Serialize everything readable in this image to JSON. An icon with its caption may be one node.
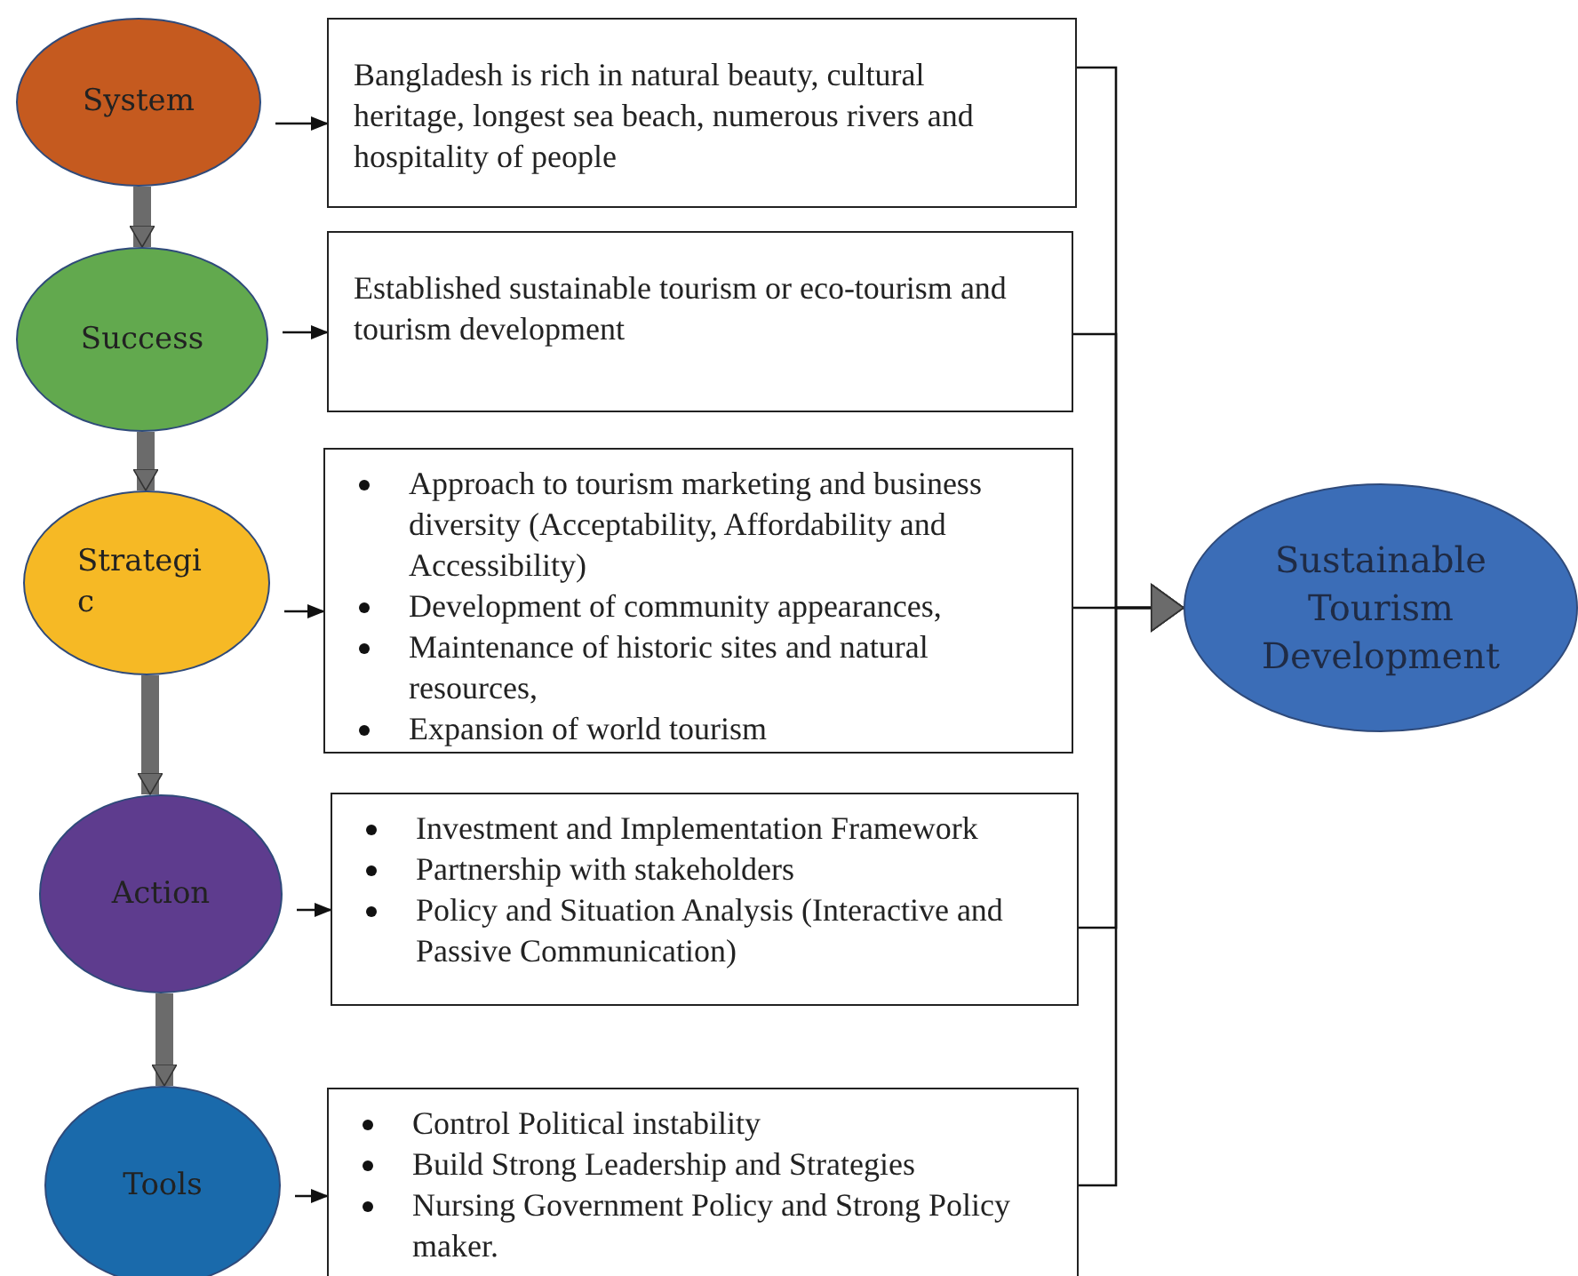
{
  "diagram": {
    "nodes": [
      {
        "text": [
          "System"
        ]
      },
      {
        "text": [
          "Bangladesh is rich in natural beauty, cultural heritage, longest sea beach, numerous rivers and hospitality of people"
        ]
      },
      {
        "text": [
          "Success"
        ]
      },
      {
        "text": [
          "Established sustainable tourism or eco-tourism and tourism development"
        ]
      },
      {
        "text": [
          "Strategi c"
        ]
      },
      {
        "text": [
          "Approach to tourism marketing and business diversity (Acceptability, Affordability and Accessibility)",
          "Development of community appearances,",
          "Maintenance of historic sites and natural resources,",
          "Expansion of world tourism"
        ]
      },
      {
        "text": [
          "Action"
        ]
      },
      {
        "text": [
          "Investment and Implementation Framework",
          "Partnership with stakeholders",
          "Policy and Situation Analysis (Interactive and Passive Communication)"
        ]
      },
      {
        "text": [
          "Tools"
        ]
      },
      {
        "text": [
          "Control Political instability",
          "Build Strong Leadership and Strategies",
          "Nursing Government Policy and Strong Policy maker."
        ]
      },
      {
        "text": [
          "Sustainable Tourism Development"
        ]
      }
    ],
    "edges": [
      {
        "from": 0,
        "to": 1,
        "arrow": "to"
      },
      {
        "from": 0,
        "to": 2,
        "arrow": "to",
        "style": "thick",
        "color": "#6b6b6b"
      },
      {
        "from": 2,
        "to": 3,
        "arrow": "to"
      },
      {
        "from": 2,
        "to": 4,
        "arrow": "to",
        "style": "thick",
        "color": "#6b6b6b"
      },
      {
        "from": 4,
        "to": 5,
        "arrow": "to"
      },
      {
        "from": 4,
        "to": 6,
        "arrow": "to",
        "style": "thick",
        "color": "#6b6b6b"
      },
      {
        "from": 6,
        "to": 7,
        "arrow": "to"
      },
      {
        "from": 6,
        "to": 8,
        "arrow": "to",
        "style": "thick",
        "color": "#6b6b6b"
      },
      {
        "from": 8,
        "to": 9,
        "arrow": "to"
      },
      {
        "from": 1,
        "to": 10,
        "arrow": "to"
      },
      {
        "from": 3,
        "to": 10,
        "arrow": "to"
      },
      {
        "from": 5,
        "to": 10,
        "arrow": "to"
      },
      {
        "from": 7,
        "to": 10,
        "arrow": "to"
      },
      {
        "from": 9,
        "to": 10,
        "arrow": "to"
      }
    ]
  }
}
